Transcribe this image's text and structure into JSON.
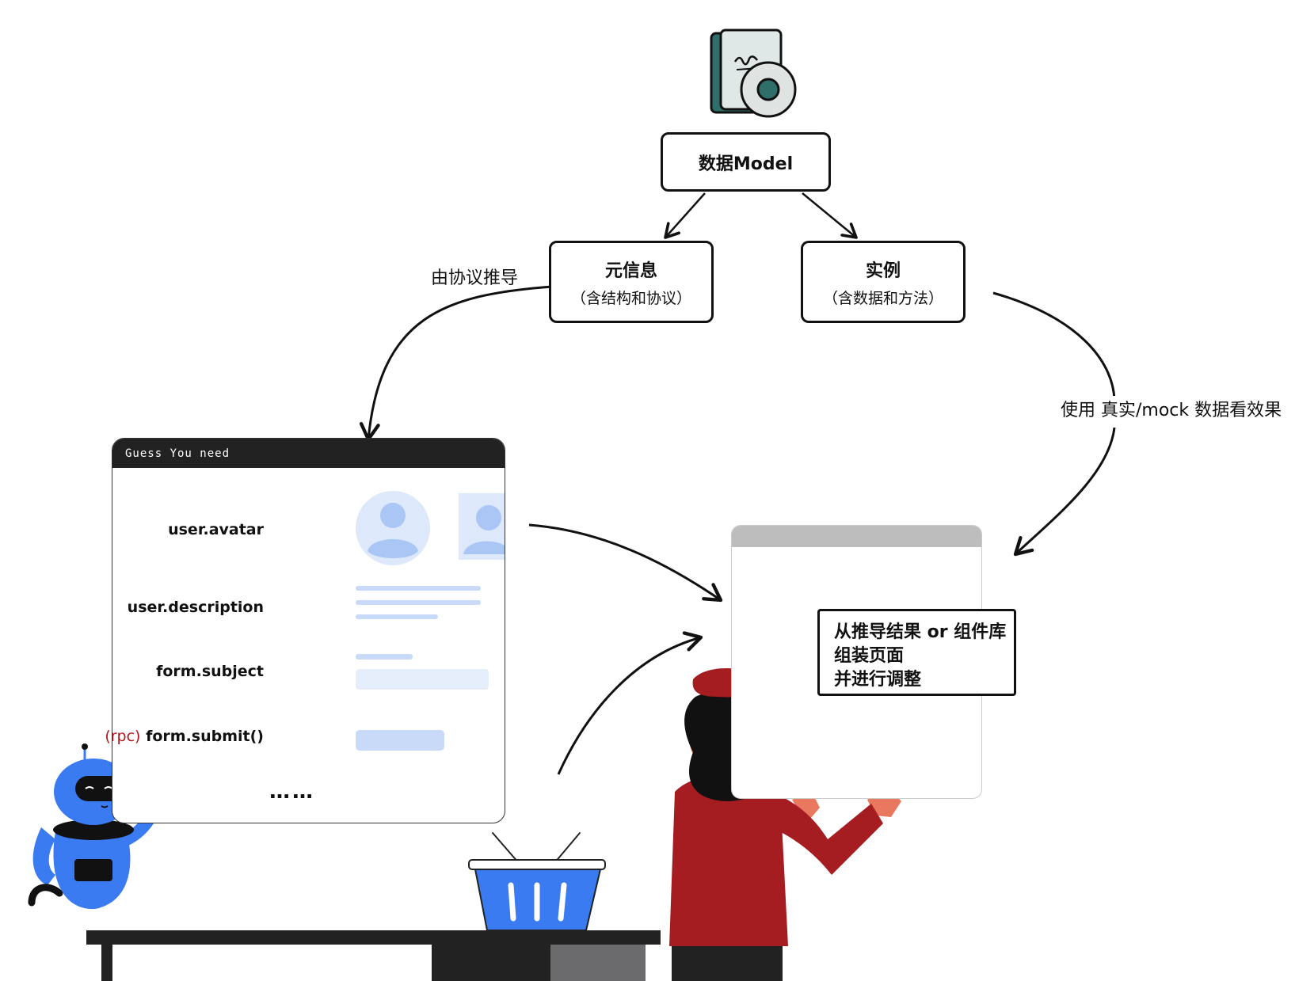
{
  "nodes": {
    "model": {
      "title": "数据Model"
    },
    "meta": {
      "title": "元信息",
      "subtitle": "（含结构和协议）"
    },
    "instance": {
      "title": "实例",
      "subtitle": "（含数据和方法）"
    }
  },
  "edge_labels": {
    "derive": "由协议推导",
    "preview": "使用 真实/mock 数据看效果"
  },
  "ui_panel": {
    "header": "Guess You need",
    "fields": [
      {
        "prefix": "",
        "name": "user.avatar"
      },
      {
        "prefix": "",
        "name": "user.description"
      },
      {
        "prefix": "",
        "name": "form.subject"
      },
      {
        "prefix": "(rpc)",
        "name": "form.submit()"
      }
    ],
    "ellipsis": "……"
  },
  "canvas_note": {
    "lines": [
      "从推导结果 or 组件库",
      "组装页面",
      "并进行调整"
    ]
  },
  "colors": {
    "accent_blue": "#3a7bf2",
    "light_blue": "#dde8fb",
    "person_red": "#a51c21",
    "rpc_red": "#b3171d",
    "dark": "#222222"
  },
  "icons": [
    "disk-document-icon",
    "robot-icon",
    "basket-icon",
    "person-illustration",
    "avatar-placeholder-icon",
    "image-placeholder-icon"
  ]
}
